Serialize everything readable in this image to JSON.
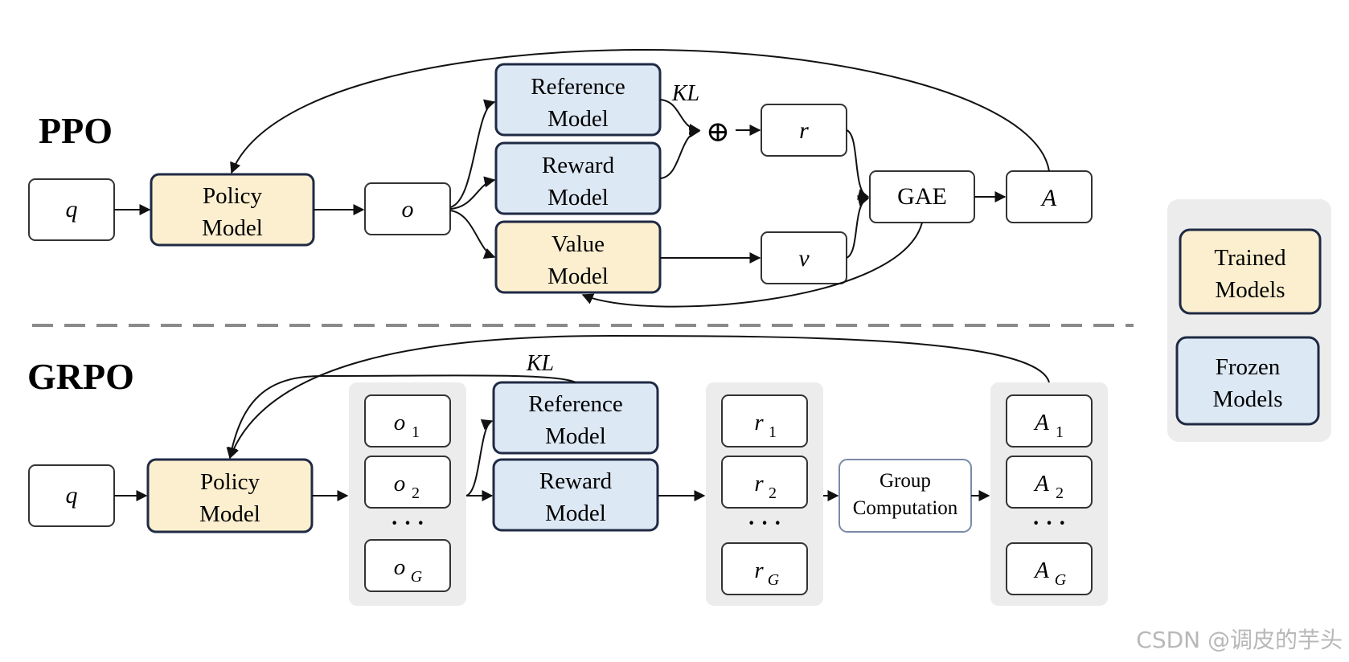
{
  "colors": {
    "trained_fill": "#fbefcf",
    "frozen_fill": "#dde8f5",
    "box_stroke": "#1f2a44",
    "group_bg": "#ececec",
    "line": "#111111",
    "watermark": "#b8b8b8"
  },
  "ppo": {
    "title": "PPO",
    "q": "q",
    "policy": {
      "line1": "Policy",
      "line2": "Model"
    },
    "o": "o",
    "reference": {
      "line1": "Reference",
      "line2": "Model"
    },
    "reward": {
      "line1": "Reward",
      "line2": "Model"
    },
    "value": {
      "line1": "Value",
      "line2": "Model"
    },
    "kl": "KL",
    "plus": "⊕",
    "r": "r",
    "v": "v",
    "gae": "GAE",
    "a": "A"
  },
  "grpo": {
    "title": "GRPO",
    "q": "q",
    "policy": {
      "line1": "Policy",
      "line2": "Model"
    },
    "kl": "KL",
    "o_items": [
      {
        "base": "o",
        "sub": "1"
      },
      {
        "base": "o",
        "sub": "2"
      },
      {
        "base": "o",
        "sub": "G"
      }
    ],
    "reference": {
      "line1": "Reference",
      "line2": "Model"
    },
    "reward": {
      "line1": "Reward",
      "line2": "Model"
    },
    "r_items": [
      {
        "base": "r",
        "sub": "1"
      },
      {
        "base": "r",
        "sub": "2"
      },
      {
        "base": "r",
        "sub": "G"
      }
    ],
    "group": {
      "line1": "Group",
      "line2": "Computation"
    },
    "a_items": [
      {
        "base": "A",
        "sub": "1"
      },
      {
        "base": "A",
        "sub": "2"
      },
      {
        "base": "A",
        "sub": "G"
      }
    ],
    "ellipsis": "· · ·"
  },
  "legend": {
    "trained": {
      "line1": "Trained",
      "line2": "Models"
    },
    "frozen": {
      "line1": "Frozen",
      "line2": "Models"
    }
  },
  "watermark": "CSDN @调皮的芋头"
}
